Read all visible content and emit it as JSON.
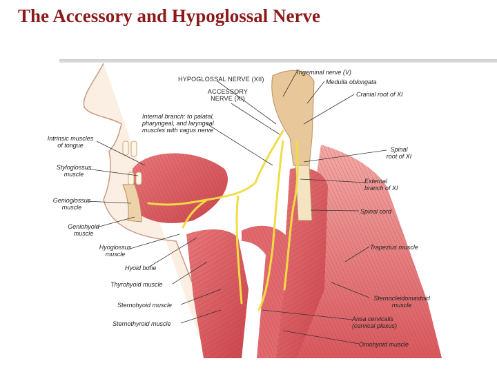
{
  "title": "The Accessory and Hypoglossal Nerve",
  "labels": {
    "hypoglossal": "HYPOGLOSSAL NERVE (XII)",
    "trigeminal": "Trigeminal nerve (V)",
    "medulla": "Medulla oblongata",
    "accessory_1": "ACCESSORY",
    "accessory_2": "NERVE (XI)",
    "cranial_root": "Cranial root of XI",
    "internal_1": "Internal branch: to palatal,",
    "internal_2": "pharyngeal, and laryngeal",
    "internal_3": "muscles with vagus nerve",
    "intrinsic_1": "Intrinsic muscles",
    "intrinsic_2": "of tongue",
    "spinal_root_1": "Spinal",
    "spinal_root_2": "root of XI",
    "styloglossus_1": "Styloglossus",
    "styloglossus_2": "muscle",
    "external_1": "External",
    "external_2": "branch of XI",
    "genioglossus_1": "Genioglossus",
    "genioglossus_2": "muscle",
    "spinal_cord": "Spinal cord",
    "geniohyoid_1": "Geniohyoid",
    "geniohyoid_2": "muscle",
    "hyoglossus_1": "Hyoglossus",
    "hyoglossus_2": "muscle",
    "trapezius": "Trapezius muscle",
    "hyoid": "Hyoid bone",
    "thyrohyoid": "Thyrohyoid muscle",
    "scm_1": "Sternocleidomastoid",
    "scm_2": "muscle",
    "sternohyoid": "Sternohyoid muscle",
    "ansa_1": "Ansa cervicalis",
    "ansa_2": "(cervical plexus)",
    "sternothyroid": "Sternothyroid muscle",
    "omohyoid": "Omohyoid muscle"
  },
  "colors": {
    "title": "#8b1a1a",
    "muscle": "#d9555a",
    "muscle_light": "#ee9a98",
    "nerve": "#f2e05a",
    "bone": "#e8c89a",
    "skin": "#f6e4d4",
    "leader": "#333333"
  }
}
